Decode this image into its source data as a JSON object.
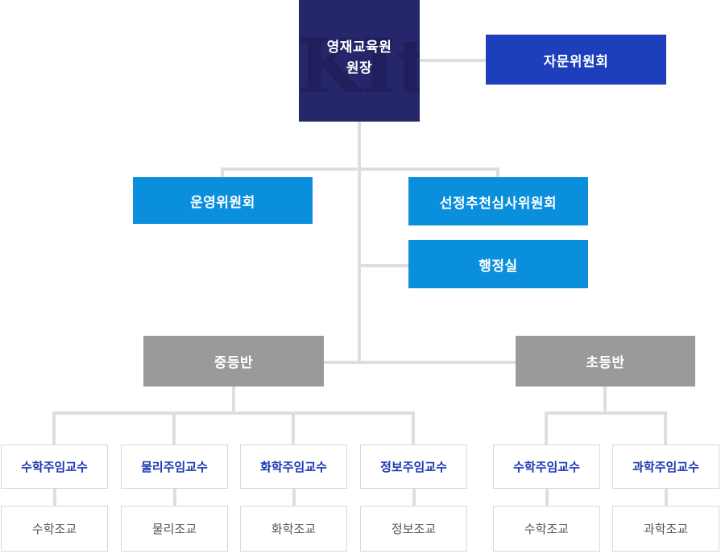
{
  "colors": {
    "navy": "#26276a",
    "watermark": "#201f5c",
    "royal": "#1d3fbb",
    "blue": "#0a8fdc",
    "gray": "#9a9a9a",
    "line": "#dedede",
    "border": "#d9d9d9",
    "prof-text": "#1b38b0",
    "asst-text": "#555555"
  },
  "watermark_text": "KIt",
  "nodes": {
    "director": {
      "line1": "영재교육원",
      "line2": "원장"
    },
    "advisory": {
      "label": "자문위원회"
    },
    "steering": {
      "label": "운영위원회"
    },
    "selection": {
      "label": "선정추천심사위원회"
    },
    "admin": {
      "label": "행정실"
    },
    "middle": {
      "label": "중등반"
    },
    "elementary": {
      "label": "초등반"
    }
  },
  "middle_units": [
    {
      "professor": "수학주임교수",
      "assistant": "수학조교"
    },
    {
      "professor": "물리주임교수",
      "assistant": "물리조교"
    },
    {
      "professor": "화학주임교수",
      "assistant": "화학조교"
    },
    {
      "professor": "정보주임교수",
      "assistant": "정보조교"
    }
  ],
  "elementary_units": [
    {
      "professor": "수학주임교수",
      "assistant": "수학조교"
    },
    {
      "professor": "과학주임교수",
      "assistant": "과학조교"
    }
  ]
}
